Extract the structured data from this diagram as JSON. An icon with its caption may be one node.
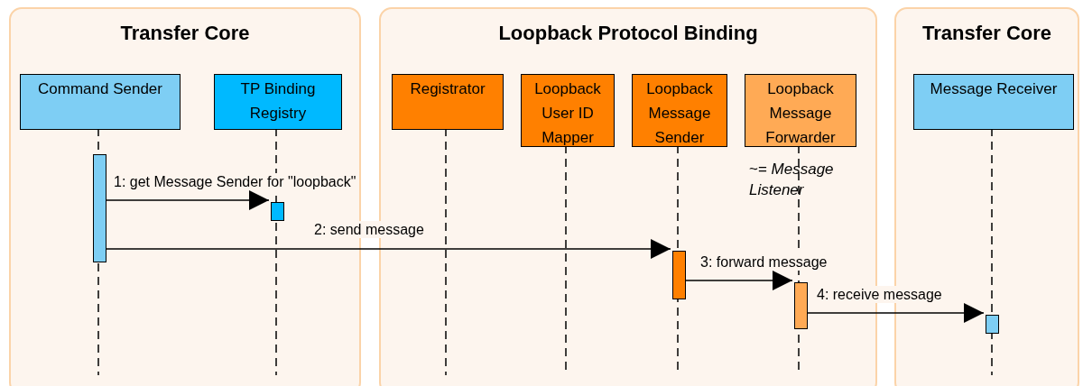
{
  "diagram": {
    "nodes": [
      {
        "text": [
          "Transfer Core"
        ]
      },
      {
        "text": [
          "Command Sender"
        ],
        "in": 0
      },
      {
        "text": [
          "TP Binding Registry"
        ],
        "in": 0
      },
      {
        "text": [
          "Loopback Protocol Binding"
        ]
      },
      {
        "text": [
          "Registrator"
        ],
        "in": 3
      },
      {
        "text": [
          "Loopback User ID Mapper"
        ],
        "in": 3
      },
      {
        "text": [
          "Loopback Message Sender"
        ],
        "in": 3
      },
      {
        "text": [
          "Loopback Message Forwarder"
        ],
        "in": 3,
        "beside": [
          "~= *Message Listener*"
        ]
      },
      {
        "text": [
          "Transfer Core"
        ]
      },
      {
        "text": [
          "Message Receiver"
        ],
        "in": 8
      },
      {
        "text": [],
        "shape": "bar",
        "in": 0
      },
      {
        "text": [],
        "shape": "bar",
        "in": 0
      },
      {
        "text": [],
        "shape": "bar",
        "in": 3
      },
      {
        "text": [],
        "shape": "bar",
        "in": 3
      },
      {
        "text": [],
        "shape": "bar",
        "in": 8
      }
    ],
    "edges": [
      {
        "from": 10,
        "to": 11,
        "arrow": "to",
        "label": "1: get Message Sender for \"loopback\""
      },
      {
        "from": 10,
        "to": 12,
        "arrow": "to",
        "label": "2: send message"
      },
      {
        "from": 12,
        "to": 13,
        "arrow": "to",
        "label": "3: forward message"
      },
      {
        "from": 13,
        "to": 14,
        "arrow": "to",
        "label": "4: receive message"
      }
    ]
  }
}
